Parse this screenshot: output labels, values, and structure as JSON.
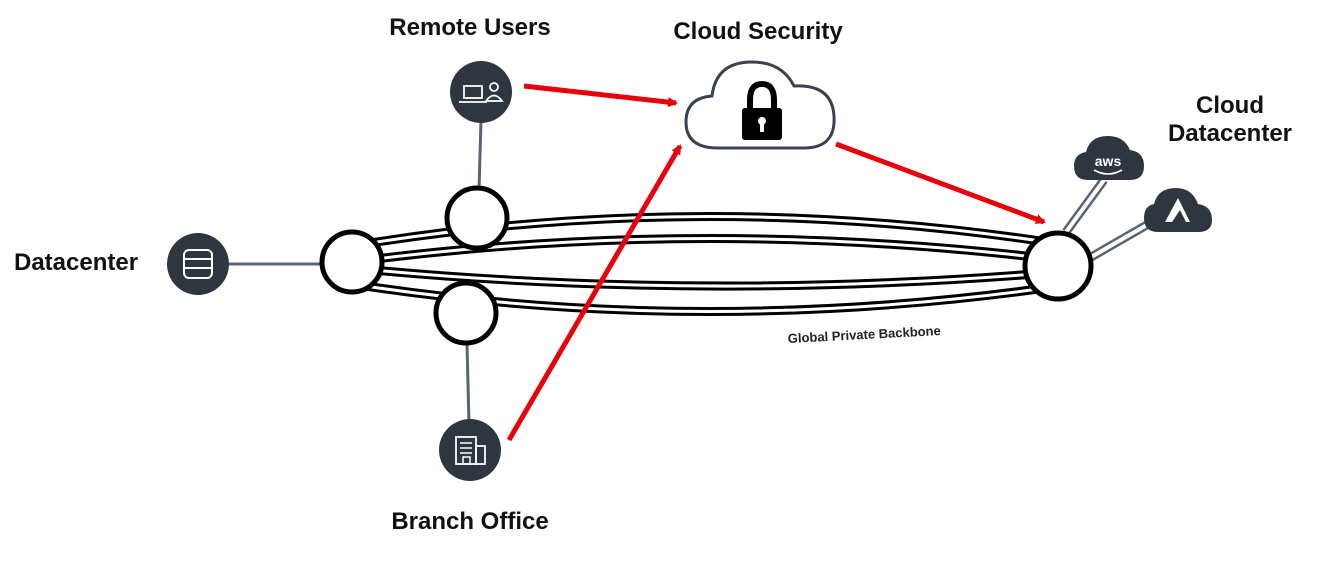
{
  "labels": {
    "remote_users": "Remote Users",
    "cloud_security": "Cloud Security",
    "cloud_datacenter": "Cloud Datacenter",
    "datacenter": "Datacenter",
    "branch_office": "Branch Office",
    "backbone": "Global Private Backbone"
  },
  "icons": {
    "remote_users": "laptop-user-icon",
    "cloud_security": "cloud-lock-icon",
    "datacenter": "database-icon",
    "branch_office": "building-icon",
    "aws": "aws-cloud-icon",
    "azure": "azure-cloud-icon",
    "aws_text": "aws"
  },
  "colors": {
    "arrow": "#e8000b",
    "icon_fill": "#2e3640",
    "backbone": "#000000",
    "connector": "#5a6473"
  }
}
